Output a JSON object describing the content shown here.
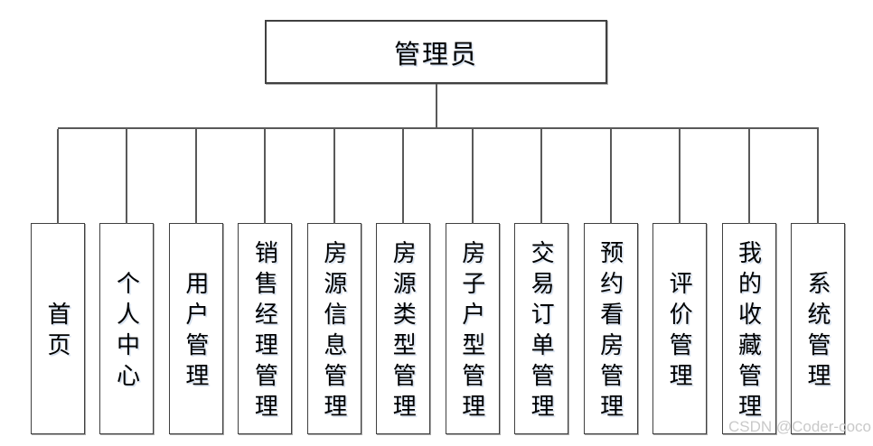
{
  "diagram": {
    "type": "org-chart",
    "root": {
      "label": "管理员"
    },
    "children": [
      {
        "label": "首页"
      },
      {
        "label": "个人中心"
      },
      {
        "label": "用户管理"
      },
      {
        "label": "销售经理管理"
      },
      {
        "label": "房源信息管理"
      },
      {
        "label": "房源类型管理"
      },
      {
        "label": "房子户型管理"
      },
      {
        "label": "交易订单管理"
      },
      {
        "label": "预约看房管理"
      },
      {
        "label": "评价管理"
      },
      {
        "label": "我的收藏管理"
      },
      {
        "label": "系统管理"
      }
    ]
  },
  "watermark": {
    "text": "CSDN @Coder-coco"
  },
  "colors": {
    "background": "#ffffff",
    "node_fill": "#ffffff",
    "node_border": "#404040",
    "connector_line": "#595959",
    "text": "#000000",
    "watermark": "#c9c9c9"
  }
}
